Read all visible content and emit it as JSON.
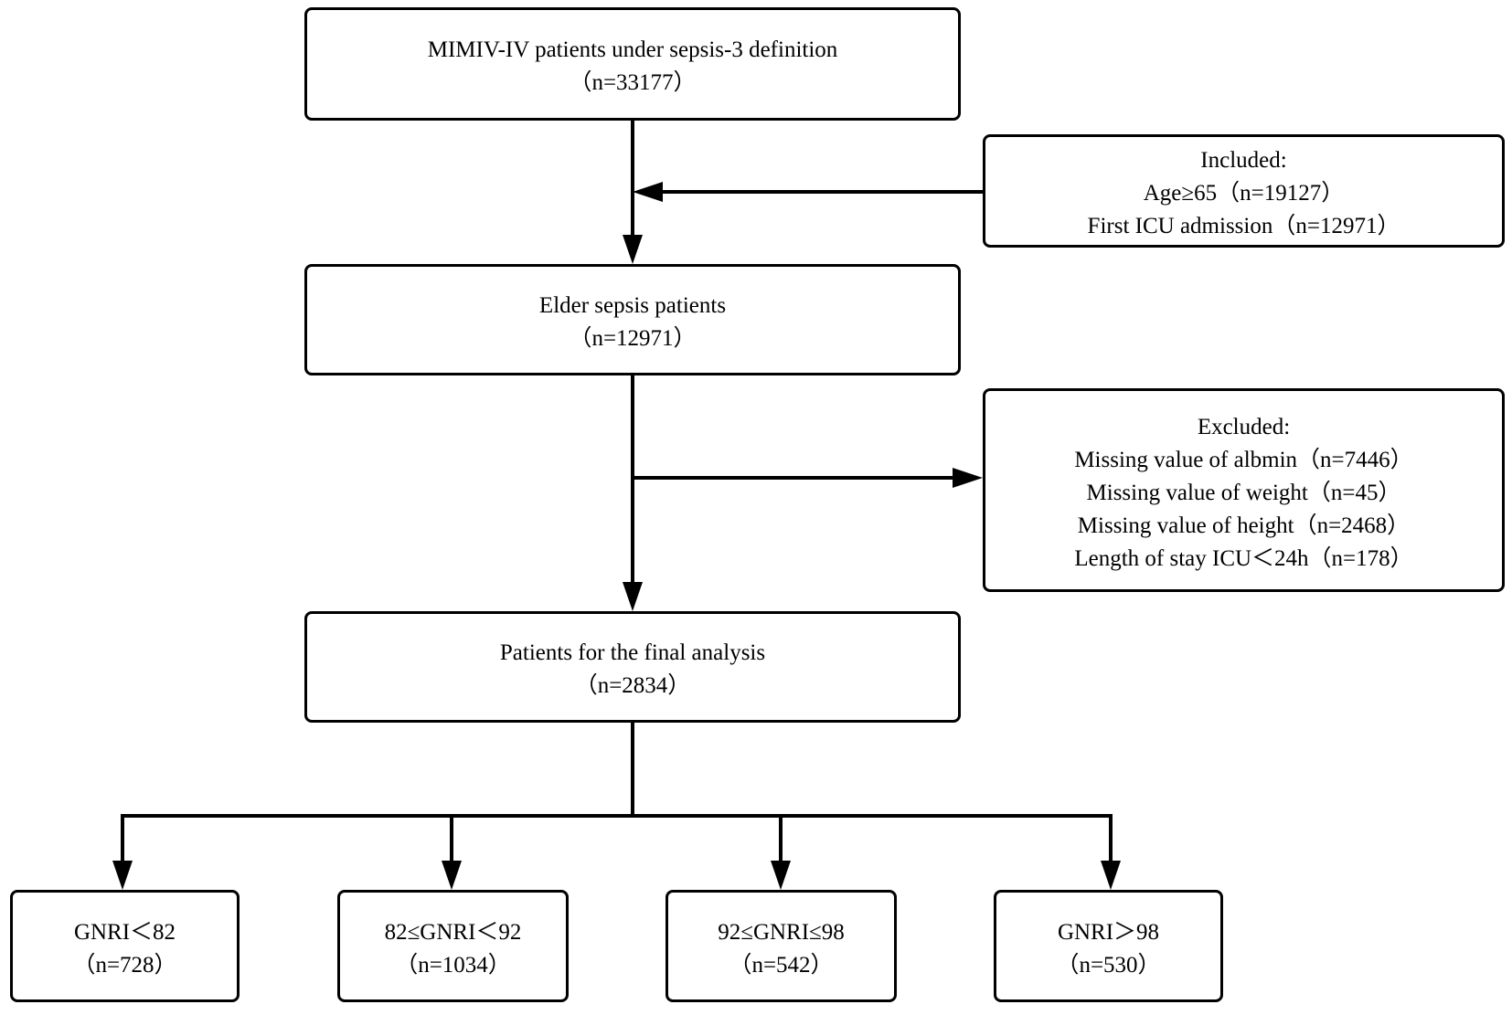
{
  "flowchart": {
    "source": {
      "line1": "MIMIV-IV patients under sepsis-3 definition",
      "line2": "（n=33177）"
    },
    "included": {
      "title": "Included:",
      "items": [
        "Age≥65（n=19127）",
        "First ICU admission（n=12971）"
      ]
    },
    "elder": {
      "line1": "Elder sepsis patients",
      "line2": "（n=12971）"
    },
    "excluded": {
      "title": "Excluded:",
      "items": [
        "Missing value of albmin（n=7446）",
        "Missing value of weight（n=45）",
        "Missing value of height（n=2468）",
        "Length of stay ICU＜24h（n=178）"
      ]
    },
    "final": {
      "line1": "Patients for the final analysis",
      "line2": "（n=2834）"
    },
    "groups": [
      {
        "label": "GNRI＜82",
        "n": "（n=728）"
      },
      {
        "label": "82≤GNRI＜92",
        "n": "（n=1034）"
      },
      {
        "label": "92≤GNRI≤98",
        "n": "（n=542）"
      },
      {
        "label": "GNRI＞98",
        "n": "（n=530）"
      }
    ]
  }
}
